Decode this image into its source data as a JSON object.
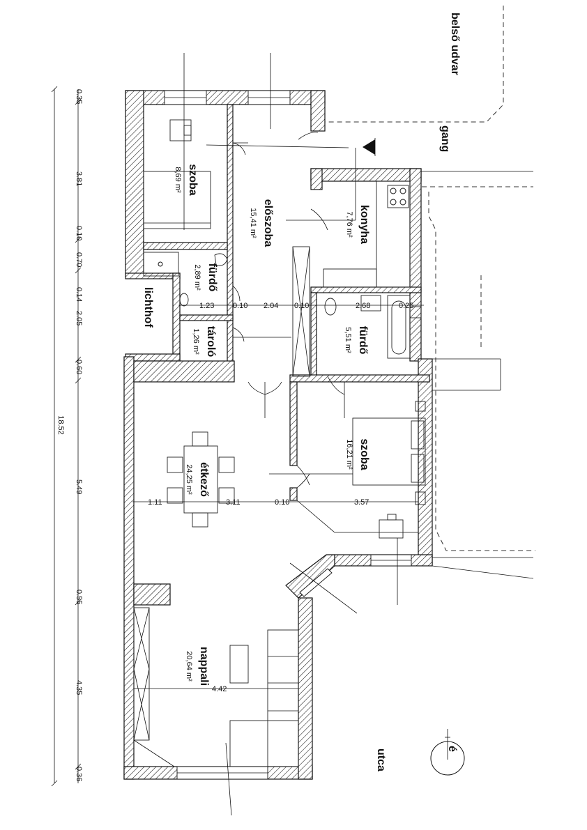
{
  "labels": {
    "inner_courtyard": "belső udvar",
    "gallery": "gang",
    "lightwell": "lichthof",
    "street": "utca",
    "north": "é"
  },
  "rooms": [
    {
      "id": "szoba1",
      "name": "szoba",
      "area": "8,69 m²"
    },
    {
      "id": "eloszoba",
      "name": "előszoba",
      "area": "15,41 m²"
    },
    {
      "id": "konyha",
      "name": "konyha",
      "area": "7,76 m²"
    },
    {
      "id": "furdo1",
      "name": "fürdő",
      "area": "2,89 m²"
    },
    {
      "id": "tarolo",
      "name": "tároló",
      "area": "1,26 m²"
    },
    {
      "id": "furdo2",
      "name": "fürdő",
      "area": "5,51 m²"
    },
    {
      "id": "szoba2",
      "name": "szoba",
      "area": "16,21 m²"
    },
    {
      "id": "etkezo",
      "name": "étkező",
      "area": "24,25 m²"
    },
    {
      "id": "nappali",
      "name": "nappali",
      "area": "20,64 m²"
    }
  ],
  "dimensions": {
    "total": "18.52",
    "left_chain": [
      "0.35",
      "3.81",
      "0.10",
      "0.70",
      "0.14",
      "2.05",
      "0.60",
      "5.49",
      "0.55",
      "4.35",
      "0.36"
    ],
    "row_upper": [
      "1.23",
      "0.10",
      "2.04",
      "0.10",
      "2.68",
      "0.25"
    ],
    "row_lower": [
      "1.11",
      "3.11",
      "0.10",
      "3.57"
    ],
    "nappali_width": "4.42"
  }
}
